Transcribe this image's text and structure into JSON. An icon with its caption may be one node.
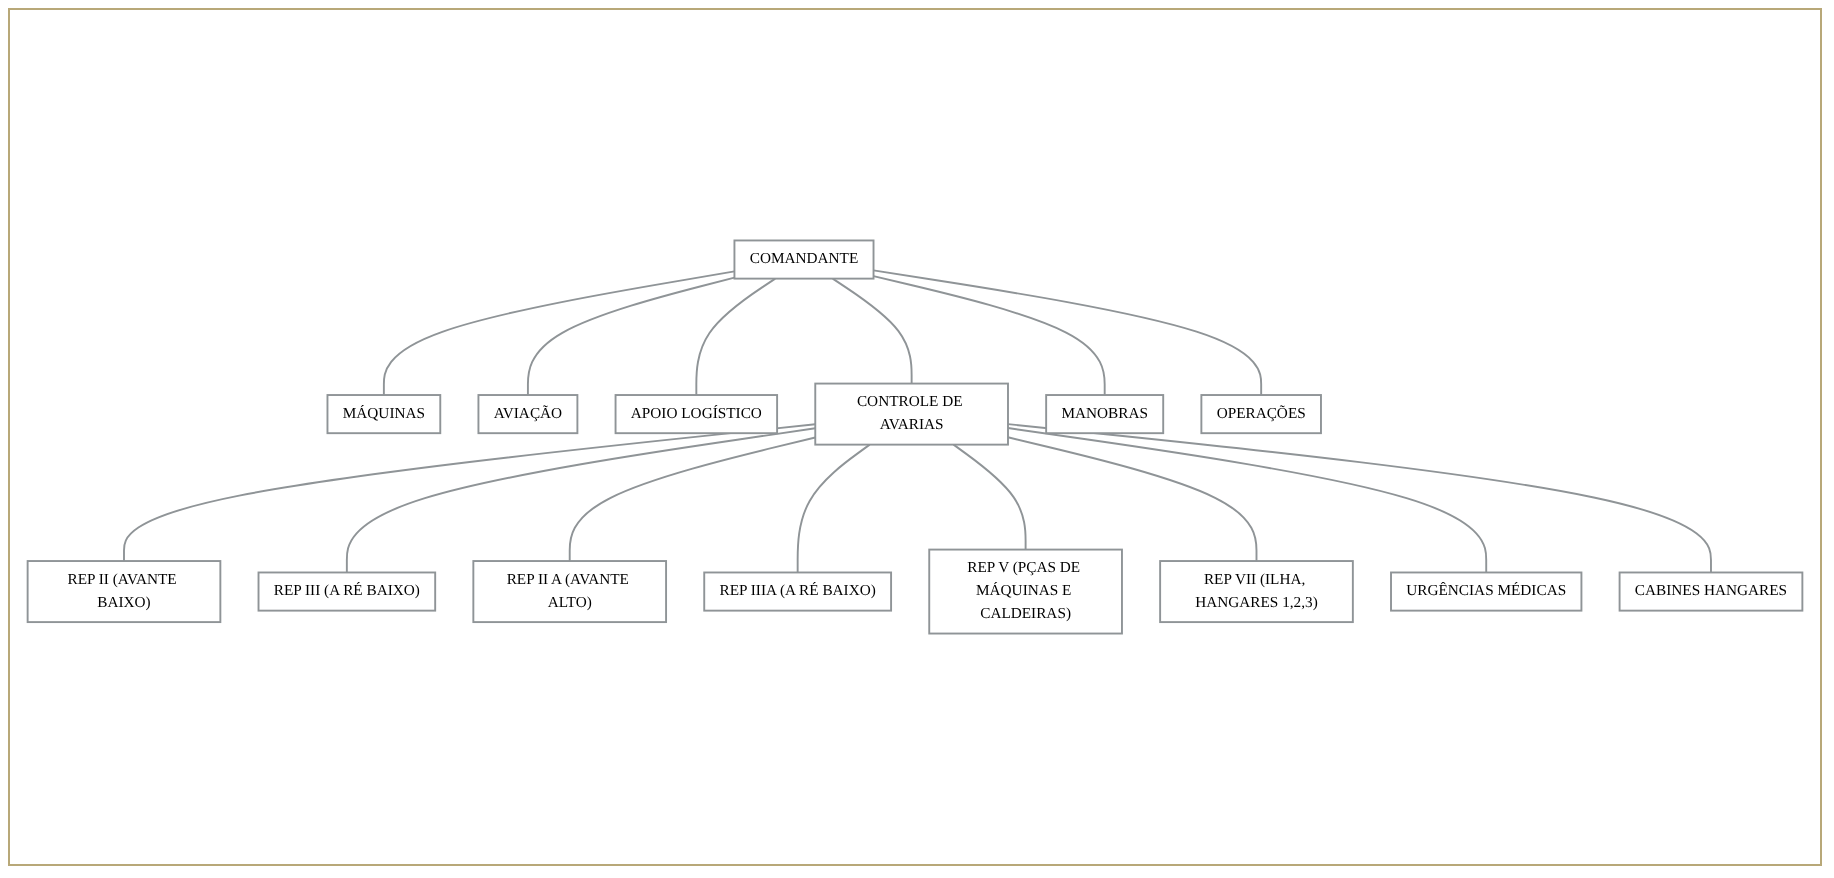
{
  "diagram": {
    "nodes": [
      {
        "text": [
          "COMANDANTE"
        ]
      },
      {
        "text": [
          "MÁQUINAS"
        ]
      },
      {
        "text": [
          "AVIAÇÃO"
        ]
      },
      {
        "text": [
          "APOIO LOGÍSTICO"
        ]
      },
      {
        "text": [
          "CONTROLE DE AVARIAS"
        ]
      },
      {
        "text": [
          "MANOBRAS"
        ]
      },
      {
        "text": [
          "OPERAÇÕES"
        ]
      },
      {
        "text": [
          "REP II (AVANTE BAIXO)"
        ]
      },
      {
        "text": [
          "REP III (A RÉ BAIXO)"
        ]
      },
      {
        "text": [
          "REP II A (AVANTE ALTO)"
        ]
      },
      {
        "text": [
          "REP IIIA (A RÉ BAIXO)"
        ]
      },
      {
        "text": [
          "REP V (PÇAS DE MÁQUINAS E CALDEIRAS)"
        ]
      },
      {
        "text": [
          "REP VII (ILHA, HANGARES 1,2,3)"
        ]
      },
      {
        "text": [
          "URGÊNCIAS MÉDICAS"
        ]
      },
      {
        "text": [
          "CABINES HANGARES"
        ]
      }
    ],
    "edges": [
      {
        "from": 0,
        "to": 1,
        "arrow": "none"
      },
      {
        "from": 0,
        "to": 2,
        "arrow": "none"
      },
      {
        "from": 0,
        "to": 3,
        "arrow": "none"
      },
      {
        "from": 0,
        "to": 4,
        "arrow": "none"
      },
      {
        "from": 0,
        "to": 5,
        "arrow": "none"
      },
      {
        "from": 0,
        "to": 6,
        "arrow": "none"
      },
      {
        "from": 4,
        "to": 7,
        "arrow": "none"
      },
      {
        "from": 4,
        "to": 8,
        "arrow": "none"
      },
      {
        "from": 4,
        "to": 9,
        "arrow": "none"
      },
      {
        "from": 4,
        "to": 10,
        "arrow": "none"
      },
      {
        "from": 4,
        "to": 11,
        "arrow": "none"
      },
      {
        "from": 4,
        "to": 12,
        "arrow": "none"
      },
      {
        "from": 4,
        "to": 13,
        "arrow": "none"
      },
      {
        "from": 4,
        "to": 14,
        "arrow": "none"
      }
    ]
  }
}
